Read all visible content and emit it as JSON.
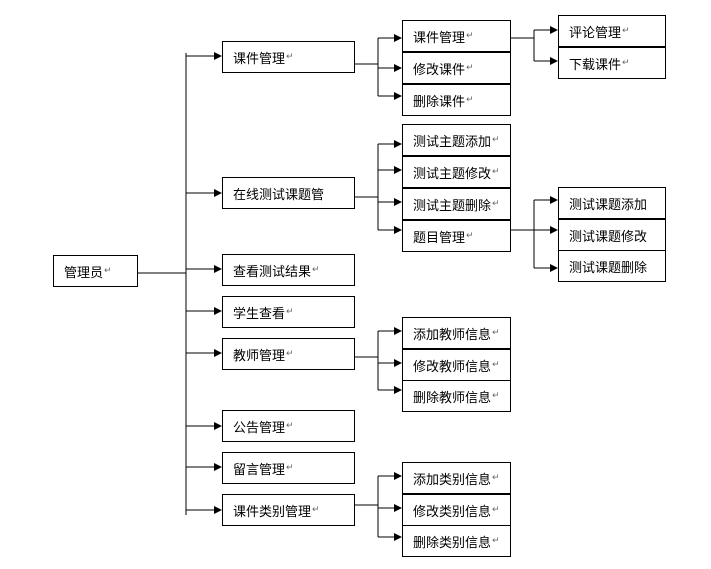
{
  "root": {
    "label": "管理员"
  },
  "modules": [
    {
      "label": "课件管理",
      "children": [
        "课件管理",
        "修改课件",
        "删除课件"
      ]
    },
    {
      "label": "在线测试课题管",
      "children": [
        "测试主题添加",
        "测试主题修改",
        "测试主题删除",
        "题目管理"
      ]
    },
    {
      "label": "查看测试结果"
    },
    {
      "label": "学生查看"
    },
    {
      "label": "教师管理",
      "children": [
        "添加教师信息",
        "修改教师信息",
        "删除教师信息"
      ]
    },
    {
      "label": "公告管理"
    },
    {
      "label": "留言管理"
    },
    {
      "label": "课件类别管理",
      "children": [
        "添加类别信息",
        "修改类别信息",
        "删除类别信息"
      ]
    }
  ],
  "sub_branches": [
    {
      "parent": "课件管理",
      "children": [
        "评论管理",
        "下载课件"
      ]
    },
    {
      "parent": "题目管理",
      "children": [
        "测试课题添加",
        "测试课题修改",
        "测试课题删除"
      ]
    }
  ],
  "paragraph_mark": "↵",
  "colors": {
    "line": "#000000",
    "box_border": "#000000",
    "background": "#ffffff"
  }
}
